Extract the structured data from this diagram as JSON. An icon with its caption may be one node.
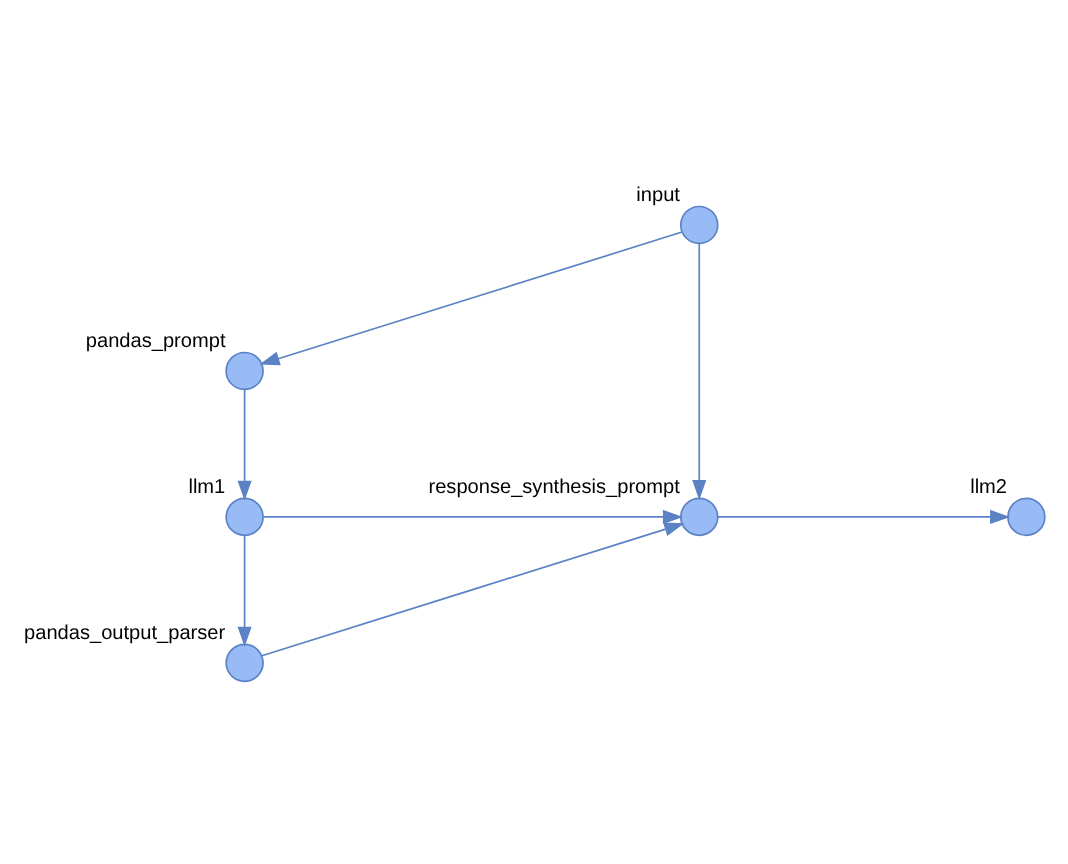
{
  "diagram": {
    "nodes": [
      {
        "text": [],
        "shape": "circle",
        "beside": [
          "input"
        ]
      },
      {
        "text": [],
        "shape": "circle",
        "beside": [
          "pandas_prompt"
        ]
      },
      {
        "text": [],
        "shape": "circle",
        "beside": [
          "llm1"
        ]
      },
      {
        "text": [],
        "shape": "circle",
        "beside": [
          "response_synthesis_prompt"
        ]
      },
      {
        "text": [],
        "shape": "circle",
        "beside": [
          "llm2"
        ]
      },
      {
        "text": [],
        "shape": "circle",
        "beside": [
          "pandas_output_parser"
        ]
      }
    ],
    "edges": [
      {
        "from": 0,
        "to": 1,
        "arrow": "to"
      },
      {
        "from": 0,
        "to": 3,
        "arrow": "to"
      },
      {
        "from": 1,
        "to": 2,
        "arrow": "to"
      },
      {
        "from": 2,
        "to": 3,
        "arrow": "to"
      },
      {
        "from": 2,
        "to": 5,
        "arrow": "to"
      },
      {
        "from": 5,
        "to": 3,
        "arrow": "to"
      },
      {
        "from": 3,
        "to": 4,
        "arrow": "to"
      }
    ]
  }
}
